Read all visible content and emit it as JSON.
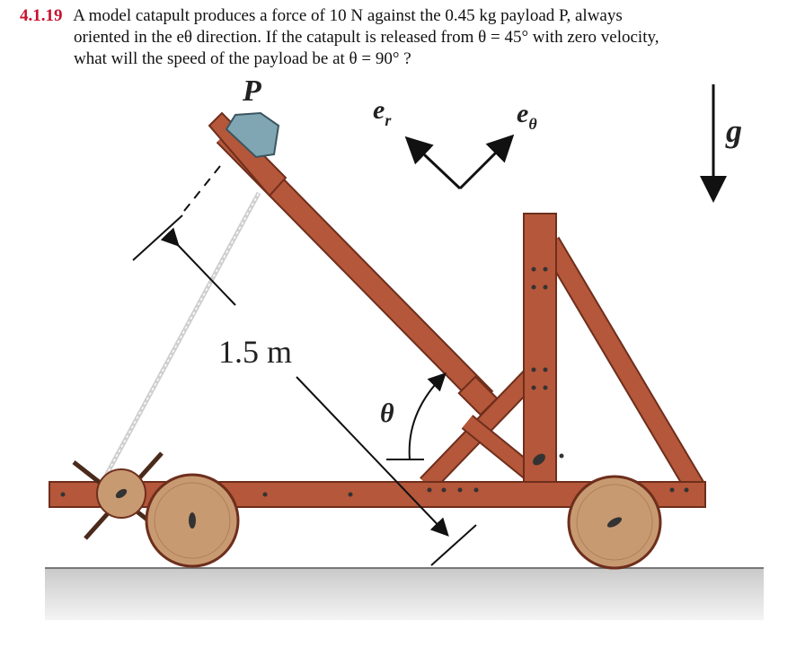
{
  "problem": {
    "number": "4.1.19",
    "line1": "A model catapult produces a force of 10 N against the 0.45 kg payload P, always",
    "line2": "oriented in the eθ direction. If the catapult is released from θ = 45° with zero velocity,",
    "line3": "what will the speed of the payload be at θ = 90° ?"
  },
  "figure": {
    "payload_label": "P",
    "er_label": "e",
    "er_sub": "r",
    "etheta_label": "e",
    "etheta_sub": "θ",
    "gravity_label": "g",
    "length_label": "1.5 m",
    "theta_label": "θ"
  },
  "colors": {
    "problem_number": "#c8102e",
    "wood": "#b5573a",
    "wood_dark": "#6e2e1c",
    "wheel": "#c89a72",
    "payload": "#7fa6b2",
    "ground": "#d9d9d9"
  }
}
